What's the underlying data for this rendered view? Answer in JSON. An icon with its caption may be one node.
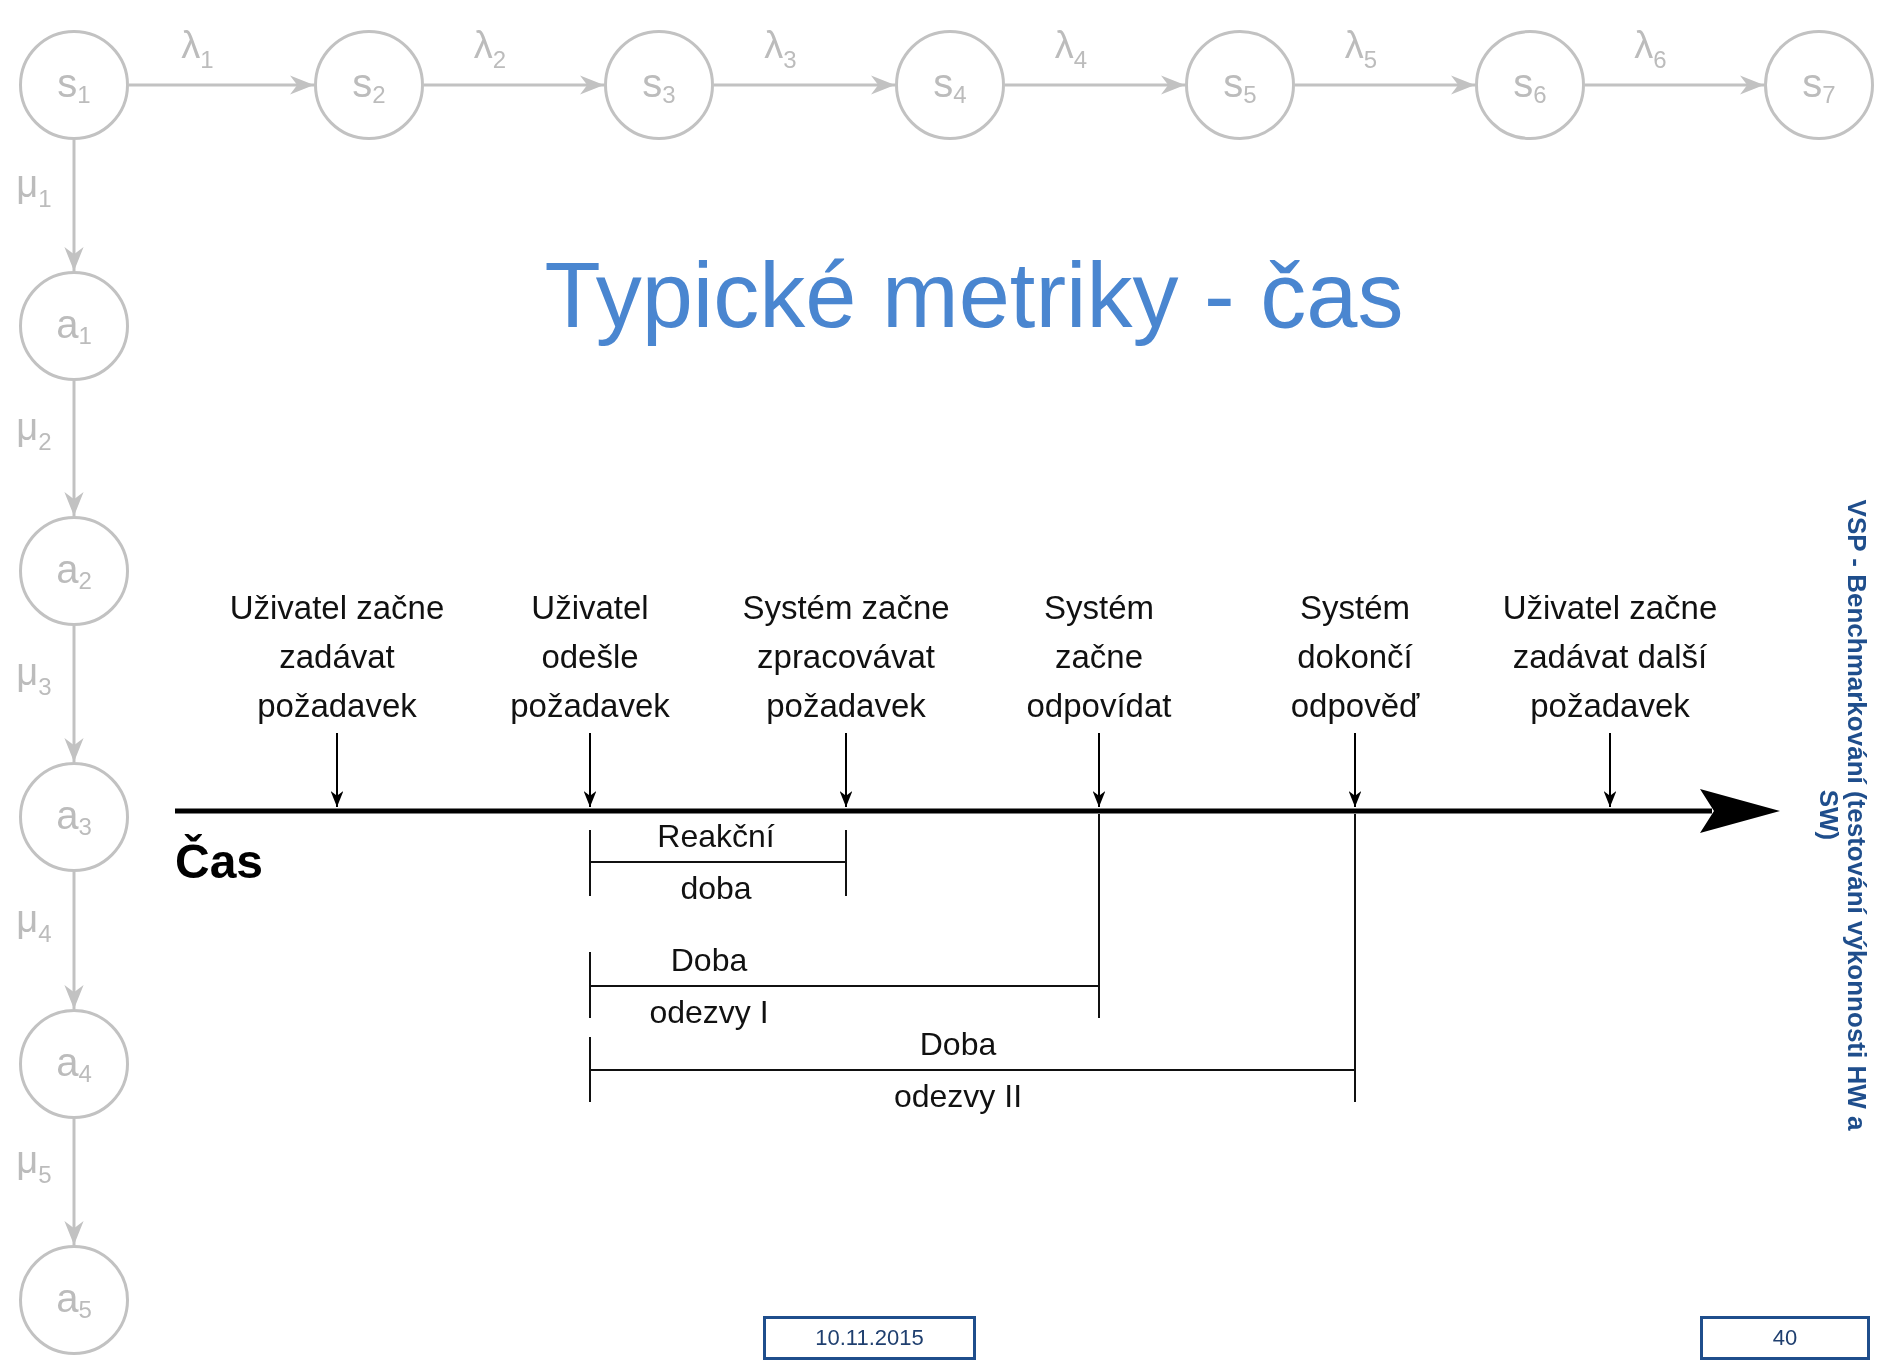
{
  "diagram": {
    "title": "Typické metriky - čas",
    "nodes": [
      {
        "text": [
          "s$_{1}$"
        ]
      },
      {
        "text": [
          "s$_{2}$"
        ]
      },
      {
        "text": [
          "s$_{3}$"
        ]
      },
      {
        "text": [
          "s$_{4}$"
        ]
      },
      {
        "text": [
          "s$_{5}$"
        ]
      },
      {
        "text": [
          "s$_{6}$"
        ]
      },
      {
        "text": [
          "s$_{7}$"
        ]
      },
      {
        "text": [
          "a$_{1}$"
        ]
      },
      {
        "text": [
          "a$_{2}$"
        ]
      },
      {
        "text": [
          "a$_{3}$"
        ]
      },
      {
        "text": [
          "a$_{4}$"
        ]
      },
      {
        "text": [
          "a$_{5}$"
        ]
      },
      {
        "text": [
          "Uživatel začne zadávat požadavek"
        ]
      },
      {
        "text": [
          "Uživatel odešle požadavek"
        ]
      },
      {
        "text": [
          "Systém začne zpracovávat požadavek"
        ]
      },
      {
        "text": [
          "Systém začne odpovídat"
        ]
      },
      {
        "text": [
          "Systém dokončí odpověď"
        ]
      },
      {
        "text": [
          "Uživatel začne zadávat další požadavek"
        ]
      },
      {
        "text": [
          "10.11.2015"
        ]
      },
      {
        "text": [
          "40"
        ]
      }
    ],
    "edges": [
      {
        "from": 0,
        "to": 1,
        "arrow": "to",
        "label": "λ$_{1}$"
      },
      {
        "from": 1,
        "to": 2,
        "arrow": "to",
        "label": "λ$_{2}$"
      },
      {
        "from": 2,
        "to": 3,
        "arrow": "to",
        "label": "λ$_{3}$"
      },
      {
        "from": 3,
        "to": 4,
        "arrow": "to",
        "label": "λ$_{4}$"
      },
      {
        "from": 4,
        "to": 5,
        "arrow": "to",
        "label": "λ$_{5}$"
      },
      {
        "from": 5,
        "to": 6,
        "arrow": "to",
        "label": "λ$_{6}$"
      },
      {
        "from": 0,
        "to": 7,
        "arrow": "to",
        "label": "μ$_{1}$"
      },
      {
        "from": 7,
        "to": 8,
        "arrow": "to",
        "label": "μ$_{2}$"
      },
      {
        "from": 8,
        "to": 9,
        "arrow": "to",
        "label": "μ$_{3}$"
      },
      {
        "from": 9,
        "to": 10,
        "arrow": "to",
        "label": "μ$_{4}$"
      },
      {
        "from": 10,
        "to": 11,
        "arrow": "to",
        "label": "μ$_{5}$"
      },
      {
        "from": 12,
        "to": null,
        "arrow": "to",
        "color": "#000000"
      },
      {
        "from": 13,
        "to": null,
        "arrow": "to",
        "color": "#000000"
      },
      {
        "from": 14,
        "to": null,
        "arrow": "to",
        "color": "#000000"
      },
      {
        "from": 15,
        "to": null,
        "arrow": "to",
        "color": "#000000"
      },
      {
        "from": 16,
        "to": null,
        "arrow": "to",
        "color": "#000000"
      },
      {
        "from": 17,
        "to": null,
        "arrow": "to",
        "color": "#000000"
      }
    ],
    "labels": [
      "Čas",
      "Reakční doba",
      "Doba odezvy I",
      "Doba odezvy II",
      "VSP - Benchmarkování (testování výkonnosti HW a SW)"
    ]
  }
}
